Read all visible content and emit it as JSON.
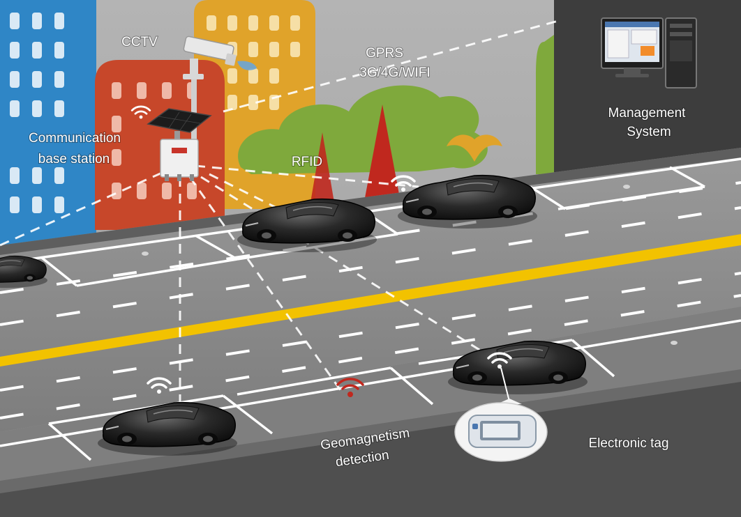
{
  "labels": {
    "cctv": "CCTV",
    "gprs_line1": "GPRS",
    "gprs_line2": "3G/4G/WIFI",
    "management_line1": "Management",
    "management_line2": "System",
    "base_station_line1": "Communication",
    "base_station_line2": "base station",
    "rfid": "RFID",
    "geomagnetism_line1": "Geomagnetism",
    "geomagnetism_line2": "detection",
    "electronic_tag": "Electronic tag"
  },
  "colors": {
    "road": "#8e8e8e",
    "road_edge": "#4a4a4a",
    "center_line": "#f2c200",
    "building_blue": "#2f86c6",
    "building_red": "#c7472a",
    "building_yellow": "#e0a32a",
    "tree_green": "#7fa93c",
    "signal_red": "#c0281e",
    "car": "#1b1b1b"
  },
  "icons": {
    "cctv": "cctv-camera-icon",
    "base_station": "solar-base-station-icon",
    "computer": "desktop-computer-icon",
    "wifi": "wifi-signal-icon",
    "tag": "electronic-tag-device-icon"
  }
}
